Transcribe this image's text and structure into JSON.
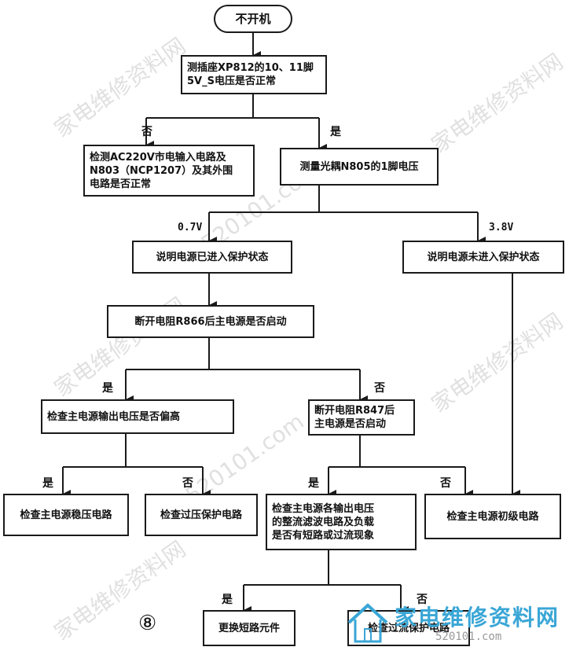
{
  "nodes": {
    "start": "不开机",
    "check_xp812": "测插座XP812的10、11脚\n5V_S电压是否正常",
    "check_ac220": "检测AC220V市电输入电路及\nN803（NCP1207）及其外围\n电路是否正常",
    "measure_n805": "测量光耦N805的1脚电压",
    "protect_on": "说明电源已进入保护状态",
    "protect_off": "说明电源未进入保护状态",
    "cut_r866": "断开电阻R866后主电源是否启动",
    "check_output_high": "检查主电源输出电压是否偏高",
    "cut_r847": "断开电阻R847后\n主电源是否启动",
    "check_regulator": "检查主电源稳压电路",
    "check_overvoltage": "检查过压保护电路",
    "check_rectifier": "检查主电源各输出电压\n的整流滤波电路及负载\n是否有短路或过流现象",
    "check_primary": "检查主电源初级电路",
    "replace_short": "更换短路元件",
    "check_overcurrent": "检查过流保护电路"
  },
  "labels": {
    "no1": "否",
    "yes1": "是",
    "v07": "0.7V",
    "v38": "3.8V",
    "yes2": "是",
    "no2": "否",
    "yes3": "是",
    "no3": "否",
    "yes4": "是",
    "no4": "否",
    "yes5": "是",
    "no5": "否"
  },
  "figure_number": "⑧",
  "watermark": {
    "site_cn": "家电维修资料网",
    "site_url": "520101.com"
  },
  "logo": {
    "text": "家电维修资料网",
    "url": "520101.com"
  },
  "colors": {
    "line": "#1a1a1a",
    "logo": "#3aa6d6",
    "watermark": "#c8c8c8"
  }
}
